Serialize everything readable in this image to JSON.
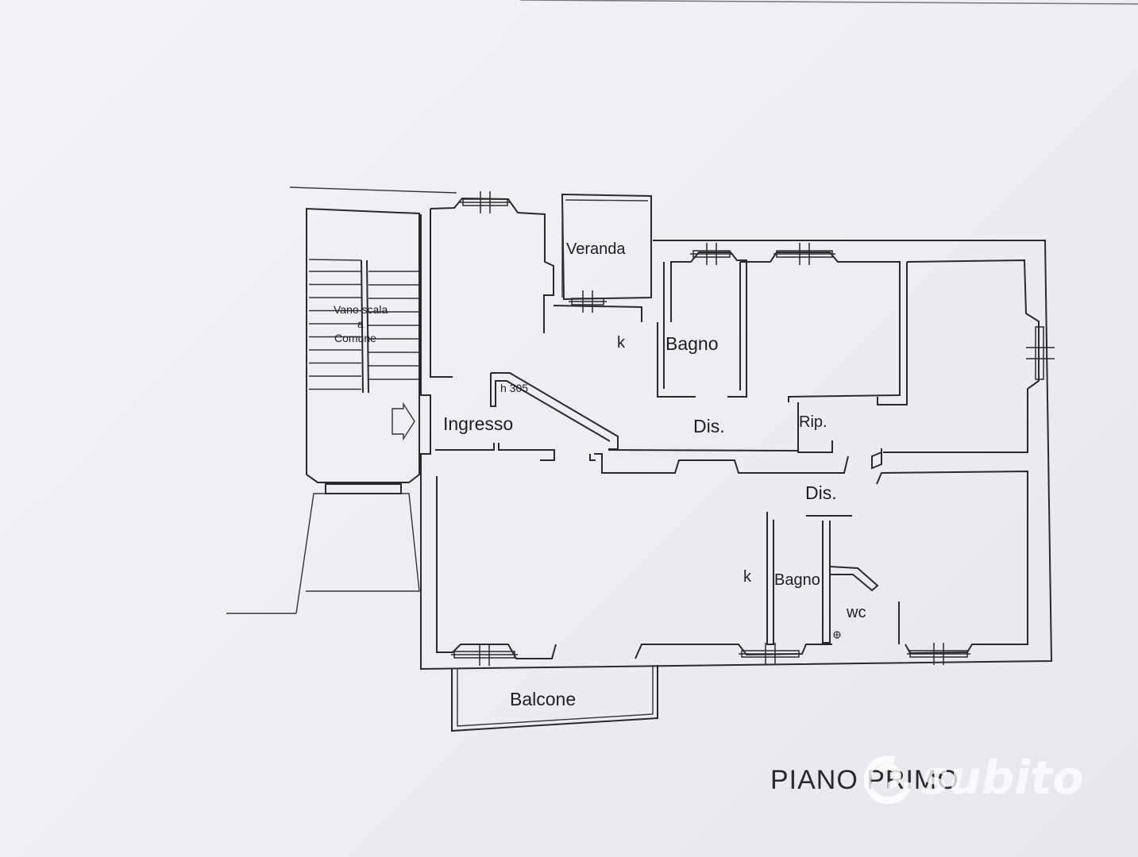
{
  "floor_plan": {
    "title": "PIANO PRIMO",
    "rooms": {
      "veranda": "Veranda",
      "stair_line1": "Vano scala",
      "stair_line2": "a",
      "stair_line3": "Comune",
      "kitchen_top": "k",
      "bath_top": "Bagno",
      "height_note": "h 305",
      "entrance": "Ingresso",
      "hall_top": "Dis.",
      "storage": "Rip.",
      "hall_bottom": "Dis.",
      "kitchen_bottom": "k",
      "bath_bottom": "Bagno",
      "wc": "wc",
      "balcony": "Balcone"
    }
  },
  "watermark": {
    "brand": "subito",
    "icon": "subito-logo-icon"
  }
}
